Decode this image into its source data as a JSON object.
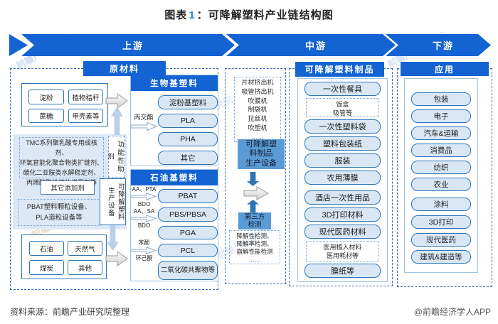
{
  "title": {
    "prefix": "图表",
    "number": "1",
    "rest": "：可降解塑料产业链结构图"
  },
  "banners": {
    "upstream": "上游",
    "midstream": "中游",
    "downstream": "下游"
  },
  "colors": {
    "accent": "#1363d2",
    "medium_blue": "#5b9bd5",
    "item_fill": "#d9e7f5",
    "item_border": "#2e75b6",
    "light_arrow": "#b9d0e8",
    "flow_arrow": "#2e75b6",
    "panel": "#dce8f6"
  },
  "upstream": {
    "header": "原材料",
    "bio_sources": [
      "淀粉",
      "植物秸秆",
      "蔗糖",
      "甲壳素等"
    ],
    "additives_note_lines": [
      "TMC系列聚乳酸专用成核剂、",
      "环氧官能化聚合物类扩链剂、",
      "碳化二亚胺类水解稳定剂、",
      "丙烯酸酯类熔体增强剂等"
    ],
    "functional_additives": "功能性助剂",
    "other_additives": "其它添加剂",
    "equipment_note_lines": [
      "PBAT塑料颗粒设备、",
      "PLA造粒设备等"
    ],
    "production_equipment_col1": "可降解塑料",
    "production_equipment_col2": "生产设备",
    "fossil_sources": [
      "石油",
      "天然气",
      "煤炭",
      "其他"
    ],
    "bio_plastics": {
      "header": "生物基塑料",
      "precursor": "丙交酯",
      "items": [
        "淀粉基塑料",
        "PLA",
        "PHA",
        "其它"
      ]
    },
    "petro_plastics": {
      "header": "石油基塑料",
      "items": [
        "PBAT",
        "PBS/PBSA",
        "PGA",
        "PCL",
        "二氧化碳共聚物等"
      ],
      "precursor_groups": [
        {
          "top": "AA、PTA",
          "bottom": "BDO"
        },
        {
          "top": "AA、SA",
          "bottom": "BDO"
        },
        {
          "top": "苯酚",
          "bottom": "环己酮"
        }
      ]
    }
  },
  "equipment_column": {
    "machines": [
      "片材挤出机",
      "吸管挤出机",
      "吹膜机",
      "制袋机",
      "拉丝机",
      "吹塑机",
      "……"
    ],
    "equipment_box_lines": [
      "可降解塑",
      "料制品",
      "生产设备"
    ],
    "third_party_line1": "第三方",
    "third_party_line2": "检测",
    "test_lines": [
      "降解性检测、",
      "降解率检测、",
      "崩解性能检测",
      "……"
    ]
  },
  "midstream": {
    "header": "可降解塑料制品",
    "items": [
      "一次性餐具",
      "一次性塑料袋",
      "塑料包装纸",
      "服装",
      "农用薄膜",
      "酒店一次性用品",
      "3D打印材料",
      "现代医药材料",
      "膜纸等"
    ],
    "tableware_note": [
      "饭盒",
      "吸管等"
    ],
    "medical_note": [
      "医用植入材料",
      "医用耗材等"
    ]
  },
  "downstream": {
    "header": "应用",
    "items": [
      "包装",
      "电子",
      "汽车&运输",
      "消费品",
      "纺织",
      "农业",
      "涂料",
      "3D打印",
      "现代医药",
      "建筑&建造等"
    ]
  },
  "footer": {
    "source": "资料来源：前瞻产业研究院整理",
    "credit": "@前瞻经济学人APP"
  },
  "watermark": "前瞻产业研究院"
}
